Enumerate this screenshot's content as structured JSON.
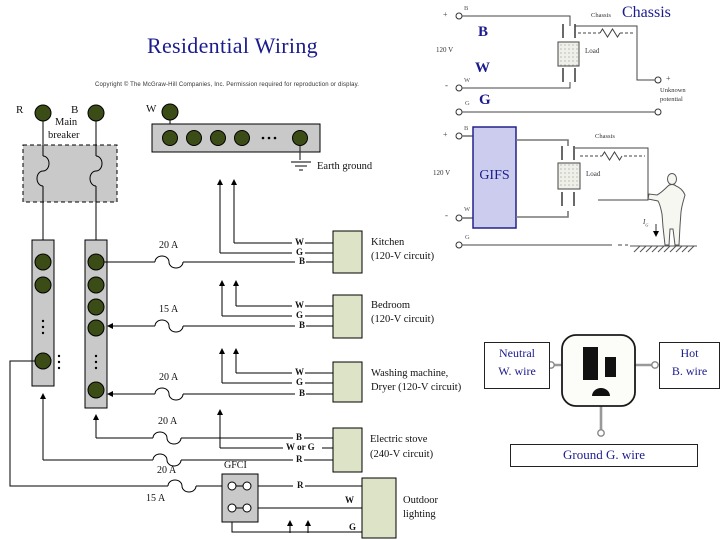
{
  "slide": {
    "title": "Residential Wiring",
    "copyright": "Copyright © The McGraw-Hill Companies, Inc. Permission required for reproduction or display."
  },
  "colors": {
    "navy": "#1b1b8e",
    "dark_green": "#3c4c16",
    "panel_gray": "#c9c9c9",
    "circuit_green": "#dde3c6",
    "lavender": "#ccccee"
  },
  "panel": {
    "terminal_r": "R",
    "terminal_b": "B",
    "terminal_w": "W",
    "main_breaker_1": "Main",
    "main_breaker_2": "breaker",
    "earth_ground": "Earth ground",
    "gfci": "GFCI"
  },
  "breakers": {
    "kitchen": "20 A",
    "bedroom": "15 A",
    "washing": "20 A",
    "stove_hot": "20 A",
    "stove_red": "20 A",
    "outdoor": "15 A"
  },
  "circuits": [
    {
      "wires": [
        "W",
        "G",
        "B"
      ],
      "line1": "Kitchen",
      "line2": "(120-V circuit)"
    },
    {
      "wires": [
        "W",
        "G",
        "B"
      ],
      "line1": "Bedroom",
      "line2": "(120-V circuit)"
    },
    {
      "wires": [
        "W",
        "G",
        "B"
      ],
      "line1": "Washing machine,",
      "line2": "Dryer (120-V circuit)"
    },
    {
      "wires": [
        "B",
        "W or G",
        "R"
      ],
      "line1": "Electric stove",
      "line2": "(240-V circuit)"
    },
    {
      "wires": [
        "R",
        "W",
        "G"
      ],
      "line1": "Outdoor",
      "line2": "lighting"
    }
  ],
  "chassis_demo": {
    "plus": "+",
    "minus": "-",
    "b": "B",
    "w": "W",
    "g": "G",
    "voltage": "120 V",
    "big_b": "B",
    "big_w": "W",
    "big_g": "G",
    "chassis": "Chassis",
    "chassis_big": "Chassis",
    "load": "Load",
    "plus_right": "+",
    "unknown_1": "Unknown",
    "unknown_2": "potential"
  },
  "gfci_demo": {
    "plus": "+",
    "minus": "-",
    "b": "B",
    "w": "W",
    "g": "G",
    "voltage": "120 V",
    "gifs": "GIFS",
    "chassis": "Chassis",
    "load": "Load",
    "current": "I",
    "current_sub": "G"
  },
  "outlet": {
    "neutral_1": "Neutral",
    "neutral_2": "W. wire",
    "hot_1": "Hot",
    "hot_2": "B. wire",
    "ground": "Ground G. wire"
  }
}
